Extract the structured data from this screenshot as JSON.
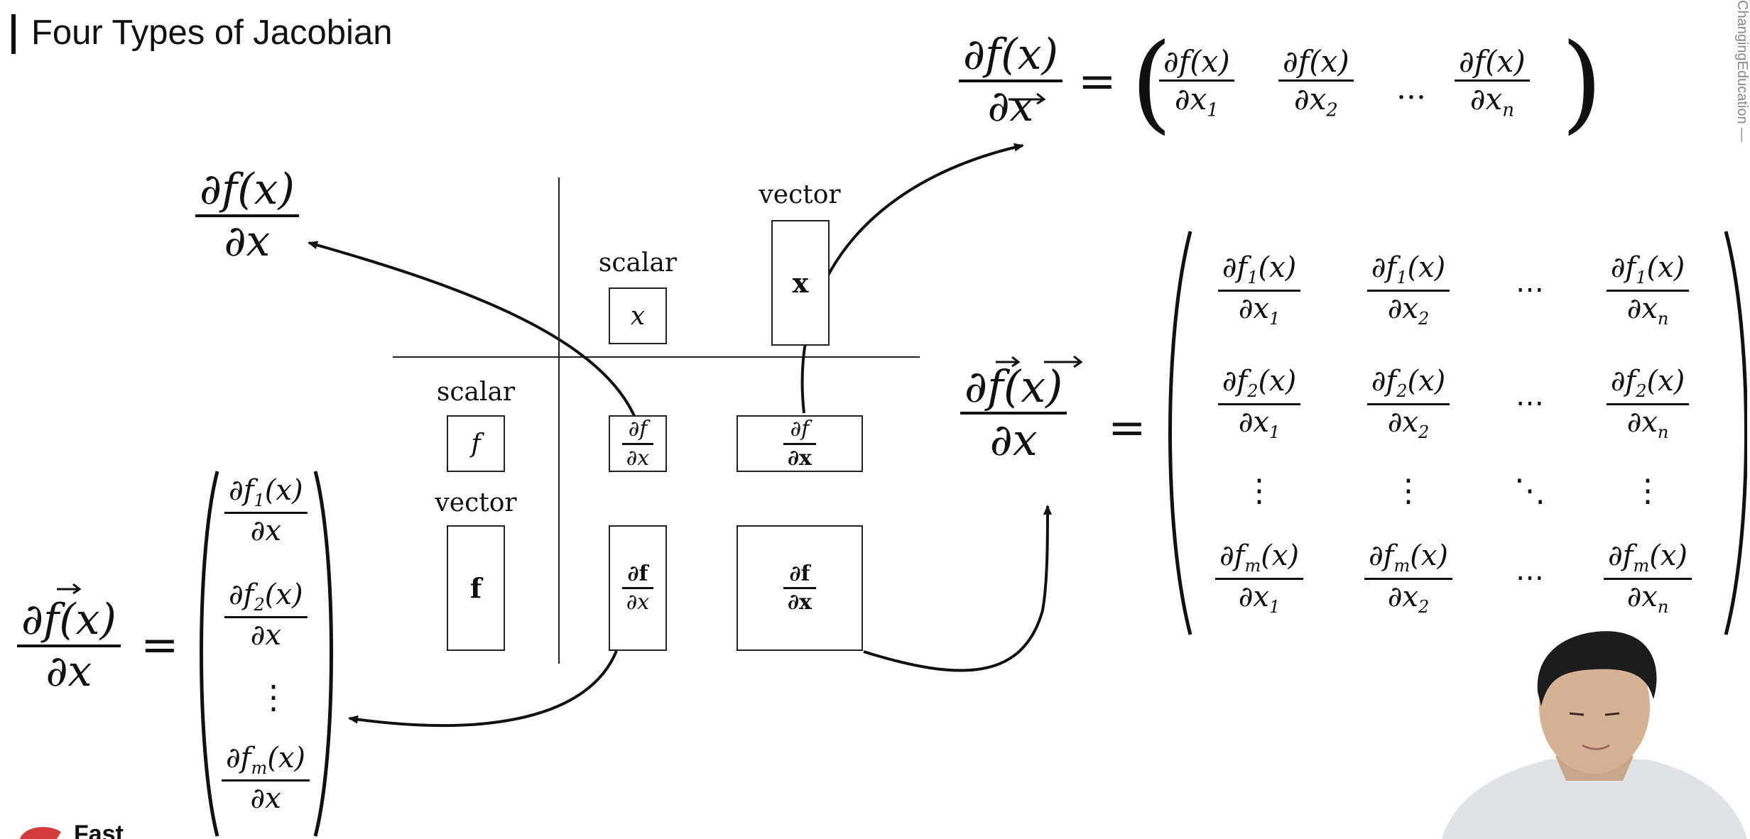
{
  "slide": {
    "title": "Four Types of Jacobian",
    "watermark": "ChangingEducation —"
  },
  "table": {
    "col_scalar": "scalar",
    "col_vector": "vector",
    "row_scalar": "scalar",
    "row_vector": "vector",
    "x_scalar": "x",
    "x_vector": "x",
    "f_scalar": "f",
    "f_vector": "f",
    "cell_ss": {
      "num": "∂f",
      "den": "∂x"
    },
    "cell_sv": {
      "num": "∂f",
      "den": "∂x"
    },
    "cell_vs": {
      "num": "∂f",
      "den": "∂x"
    },
    "cell_vv": {
      "num": "∂f",
      "den": "∂x"
    }
  },
  "formulas": {
    "scalar_scalar": {
      "num": "∂f(x)",
      "den": "∂x"
    },
    "scalar_vector": {
      "lhs_num": "∂f(x)",
      "lhs_den": "∂x",
      "eq": "=",
      "entries": [
        {
          "num": "∂f(x)",
          "den": "∂x",
          "sub": "1"
        },
        {
          "num": "∂f(x)",
          "den": "∂x",
          "sub": "2"
        },
        {
          "dots": "…"
        },
        {
          "num": "∂f(x)",
          "den": "∂x",
          "sub": "n"
        }
      ]
    },
    "vector_scalar": {
      "lhs_num": "∂f(x)",
      "lhs_den": "∂x",
      "eq": "=",
      "entries": [
        {
          "num": "∂f",
          "sub": "1",
          "tail": "(x)",
          "den": "∂x"
        },
        {
          "num": "∂f",
          "sub": "2",
          "tail": "(x)",
          "den": "∂x"
        },
        {
          "dots": "⋮"
        },
        {
          "num": "∂f",
          "sub": "m",
          "tail": "(x)",
          "den": "∂x"
        }
      ]
    },
    "vector_vector": {
      "lhs_num": "∂f(x)",
      "lhs_den": "∂x",
      "eq": "=",
      "row_subs": [
        "1",
        "2",
        "m"
      ],
      "col_subs": [
        "1",
        "2",
        "n"
      ],
      "hdots": "⋯",
      "vdots": "⋮",
      "ddots": "⋱"
    }
  },
  "brand": {
    "text": "Fast"
  },
  "colors": {
    "ink": "#111111",
    "brand_red": "#d33b3b"
  }
}
